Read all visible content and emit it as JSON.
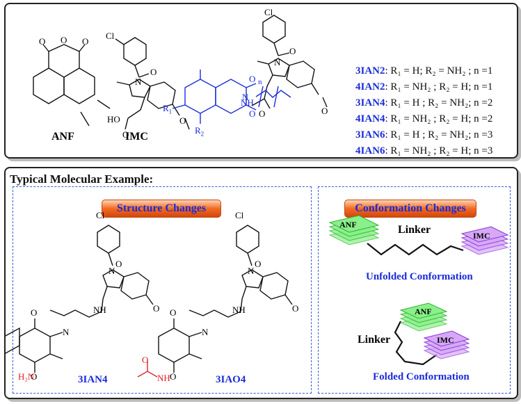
{
  "top": {
    "anf_label": "ANF",
    "imc_label": "IMC",
    "substituents": {
      "r1": "R",
      "r1_sub": "1",
      "r2": "R",
      "r2_sub": "2",
      "n": "n"
    },
    "imc_atoms": {
      "cl": "Cl",
      "n": "N",
      "o": "O",
      "oh": "HO",
      "o2": "O",
      "ome": "O"
    },
    "conjugate_atoms": {
      "cl": "Cl",
      "n_indole": "N",
      "o1": "O",
      "o2": "O",
      "nh": "NH",
      "n_imide": "N",
      "o3": "O",
      "o4": "O"
    },
    "anf_atoms": {
      "o1": "O",
      "o2": "O",
      "o3": "O"
    },
    "compounds": [
      {
        "code": "3IAN2",
        "desc": ": R₁ = H; R₂ = NH₂ ; n =1"
      },
      {
        "code": "4IAN2",
        "desc": ": R₁ = NH₂ ; R₂ = H; n =1"
      },
      {
        "code": "3IAN4",
        "desc": ": R₁ = H ; R₂ = NH₂; n =2"
      },
      {
        "code": "4IAN4",
        "desc": ": R₁ = NH₂ ; R₂ = H; n =2"
      },
      {
        "code": "3IAN6",
        "desc": ": R₁ = H ; R₂ = NH₂; n =3"
      },
      {
        "code": "4IAN6",
        "desc": ": R₁ = NH₂ ; R₂ = H; n =3"
      }
    ]
  },
  "bottom": {
    "title": "Typical Molecular Example:",
    "structure_pill": "Structure Changes",
    "conformation_pill": "Conformation Changes",
    "mol1_label": "3IAN4",
    "mol2_label": "3IAO4",
    "mol1_atoms": {
      "cl": "Cl",
      "n": "N",
      "o": "O",
      "nh": "NH",
      "o2": "O",
      "o3": "O",
      "n2": "N",
      "o4": "O",
      "h2n": "H₂N"
    },
    "mol2_atoms": {
      "cl": "Cl",
      "n": "N",
      "o": "O",
      "nh": "NH",
      "o2": "O",
      "o3": "O",
      "n2": "N",
      "o4": "O",
      "o5": "O",
      "nh2": "NH"
    },
    "unfolded": {
      "anf": "ANF",
      "imc": "IMC",
      "linker": "Linker",
      "caption": "Unfolded Conformation"
    },
    "folded": {
      "anf": "ANF",
      "imc": "IMC",
      "linker": "Linker",
      "caption": "Folded Conformation"
    }
  },
  "colors": {
    "blue": "#1a2bd8",
    "red": "#e0202a",
    "green": "#3ecb3e",
    "purple": "#9b3fe0",
    "pill": "#f26a22"
  }
}
